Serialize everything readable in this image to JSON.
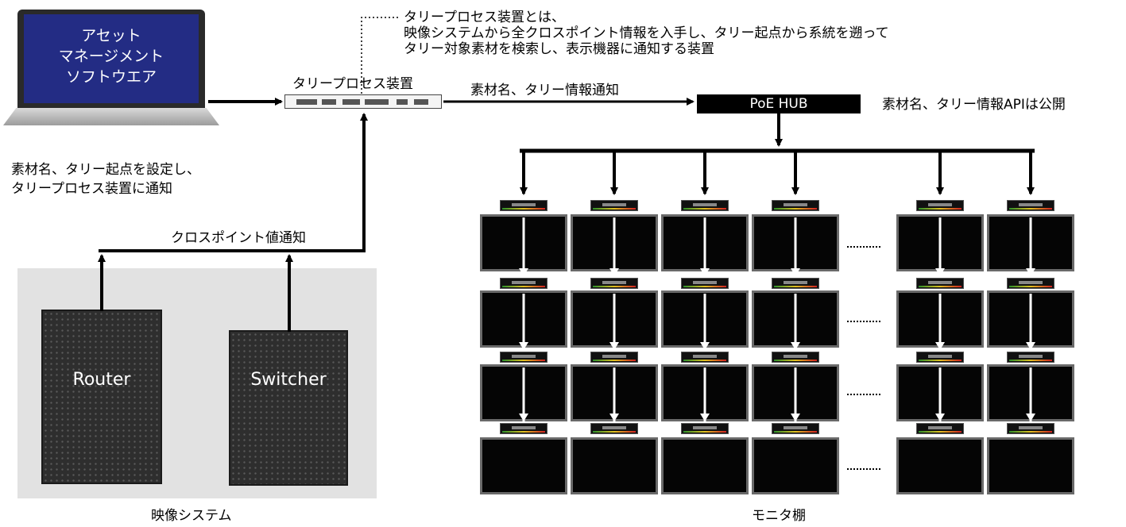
{
  "laptop": {
    "screen_lines": [
      "アセット",
      "マネージメント",
      "ソフトウエア"
    ]
  },
  "labels": {
    "laptop_caption_1": "素材名、タリー起点を設定し、",
    "laptop_caption_2": "タリープロセス装置に通知",
    "process_device": "タリープロセス装置",
    "process_note_1": "タリープロセス装置とは、",
    "process_note_2": "映像システムから全クロスポイント情報を入手し、タリー起点から系統を遡って",
    "process_note_3": "タリー対象素材を検索し、表示機器に通知する装置",
    "notify_hub": "素材名、タリー情報通知",
    "hub": "PoE HUB",
    "api_note": "素材名、タリー情報APIは公開",
    "crosspoint": "クロスポイント値通知",
    "router": "Router",
    "switcher": "Switcher",
    "video_system": "映像システム",
    "monitor_shelf": "モニタ棚"
  },
  "colors": {
    "laptop_screen": "#232c84",
    "hub": "#000000",
    "panel": "#e2e2e2",
    "tally_arrow": "#ffffff"
  },
  "monitor_grid": {
    "rows": 4,
    "columns": 6,
    "gap_after_column": 4
  }
}
